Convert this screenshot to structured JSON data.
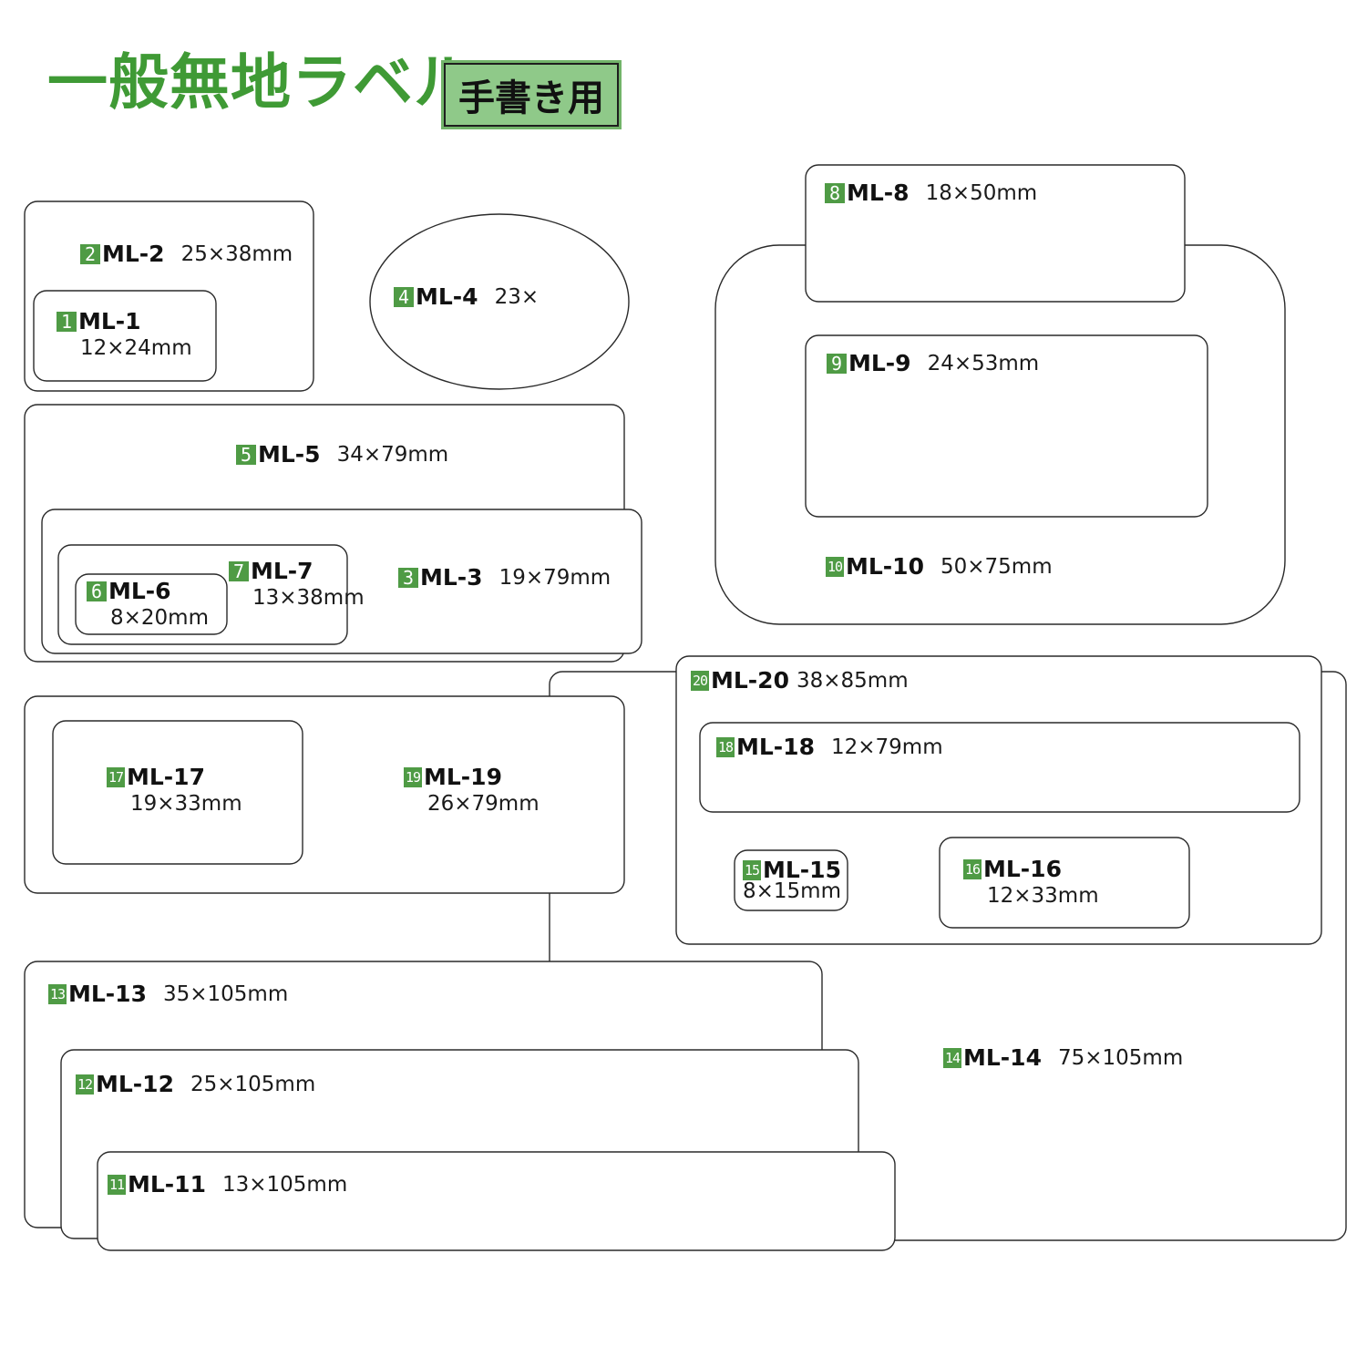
{
  "header": {
    "title": "一般無地ラベル",
    "badge": "手書き用"
  },
  "labels": [
    {
      "id": "ml2",
      "num": "2",
      "code": "ML-2",
      "size": "25×38mm"
    },
    {
      "id": "ml1",
      "num": "1",
      "code": "ML-1",
      "size": "12×24mm"
    },
    {
      "id": "ml4",
      "num": "4",
      "code": "ML-4",
      "size": "23×"
    },
    {
      "id": "ml8",
      "num": "8",
      "code": "ML-8",
      "size": "18×50mm"
    },
    {
      "id": "ml9",
      "num": "9",
      "code": "ML-9",
      "size": "24×53mm"
    },
    {
      "id": "ml10",
      "num": "10",
      "code": "ML-10",
      "size": "50×75mm"
    },
    {
      "id": "ml5",
      "num": "5",
      "code": "ML-5",
      "size": "34×79mm"
    },
    {
      "id": "ml7",
      "num": "7",
      "code": "ML-7",
      "size": "13×38mm"
    },
    {
      "id": "ml6",
      "num": "6",
      "code": "ML-6",
      "size": "8×20mm"
    },
    {
      "id": "ml3",
      "num": "3",
      "code": "ML-3",
      "size": "19×79mm"
    },
    {
      "id": "ml20",
      "num": "20",
      "code": "ML-20",
      "size": "38×85mm"
    },
    {
      "id": "ml18",
      "num": "18",
      "code": "ML-18",
      "size": "12×79mm"
    },
    {
      "id": "ml17",
      "num": "17",
      "code": "ML-17",
      "size": "19×33mm"
    },
    {
      "id": "ml19",
      "num": "19",
      "code": "ML-19",
      "size": "26×79mm"
    },
    {
      "id": "ml15",
      "num": "15",
      "code": "ML-15",
      "size": "8×15mm"
    },
    {
      "id": "ml16",
      "num": "16",
      "code": "ML-16",
      "size": "12×33mm"
    },
    {
      "id": "ml13",
      "num": "13",
      "code": "ML-13",
      "size": "35×105mm"
    },
    {
      "id": "ml14",
      "num": "14",
      "code": "ML-14",
      "size": "75×105mm"
    },
    {
      "id": "ml12",
      "num": "12",
      "code": "ML-12",
      "size": "25×105mm"
    },
    {
      "id": "ml11",
      "num": "11",
      "code": "ML-11",
      "size": "13×105mm"
    }
  ]
}
